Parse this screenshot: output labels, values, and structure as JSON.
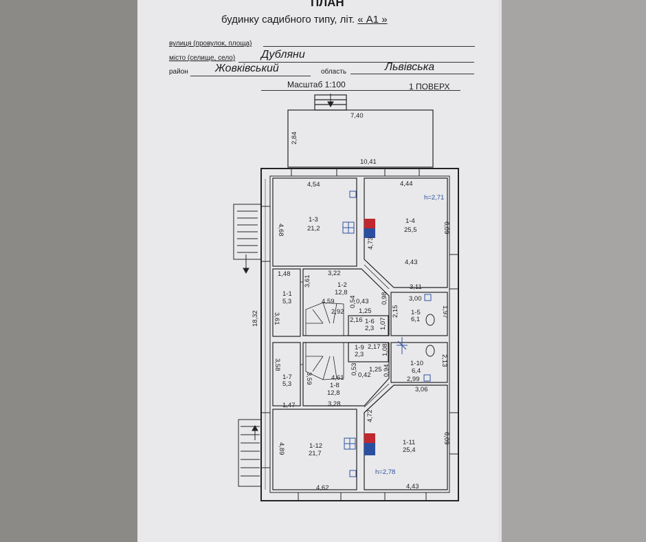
{
  "header": {
    "title": "ПЛАН",
    "subtitle_prefix": "будинку садибного типу, літ.",
    "subtitle_letter": "« А1 »"
  },
  "form": {
    "street_label": "вулиця (провулок, площа)",
    "street_value": "",
    "city_label": "місто (селище, село)",
    "city_value": "Дубляни",
    "district_label": "район",
    "district_value": "Жовківський",
    "region_label": "область",
    "region_value": "Львівська",
    "scale": "Масштаб  1:100",
    "floor": "1 ПОВЕРХ"
  },
  "dimensions": {
    "terrace_w": "7,40",
    "terrace_h": "2,84",
    "house_w": "10,41",
    "r13_top": "4,54",
    "r13_side": "4,68",
    "r14_top": "4,44",
    "r14_side": "6,09",
    "r14_height": "h=2,71",
    "r14_inner": "4,73",
    "r14_bottom": "4,43",
    "d_322": "3,22",
    "d_148": "1,48",
    "d_361a": "3,61",
    "d_311": "3,11",
    "d_300": "3,00",
    "d_459": "4,59",
    "d_054": "0,54",
    "d_043": "0,43",
    "d_098": "0,98",
    "d_292": "2,92",
    "d_125a": "1,25",
    "d_216": "2,16",
    "d_107": "1,07",
    "d_215": "2,15",
    "d_197": "1,97",
    "d_361b": "3,61",
    "d_1832": "18,32",
    "d_217": "2,17",
    "d_108": "1,08",
    "d_213": "2,13",
    "d_358": "3,58",
    "d_359": "3,59",
    "d_461": "4,61",
    "d_053": "0,53",
    "d_125b": "1,25",
    "d_042": "0,42",
    "d_094": "0,94",
    "d_299": "2,99",
    "d_306": "3,06",
    "d_147": "1,47",
    "d_328": "3,28",
    "d_472": "4,72",
    "d_489": "4,89",
    "d_609b": "6,09",
    "r112_bottom": "4,62",
    "r111_bottom": "4,43",
    "r111_height": "h=2,78"
  },
  "rooms": [
    {
      "id": "1-1",
      "area": "5,3"
    },
    {
      "id": "1-2",
      "area": "12,8"
    },
    {
      "id": "1-3",
      "area": "21,2"
    },
    {
      "id": "1-4",
      "area": "25,5"
    },
    {
      "id": "1-5",
      "area": "6,1"
    },
    {
      "id": "1-6",
      "area": "2,3"
    },
    {
      "id": "1-7",
      "area": "5,3"
    },
    {
      "id": "1-8",
      "area": "12,8"
    },
    {
      "id": "1-9",
      "area": "2,3"
    },
    {
      "id": "1-10",
      "area": "6,4"
    },
    {
      "id": "1-11",
      "area": "25,4"
    },
    {
      "id": "1-12",
      "area": "21,7"
    }
  ],
  "colors": {
    "paper": "#e9e9eb",
    "background": "#8c8a86",
    "stove_red": "#c0282e",
    "stove_blue": "#2a4fa0"
  }
}
